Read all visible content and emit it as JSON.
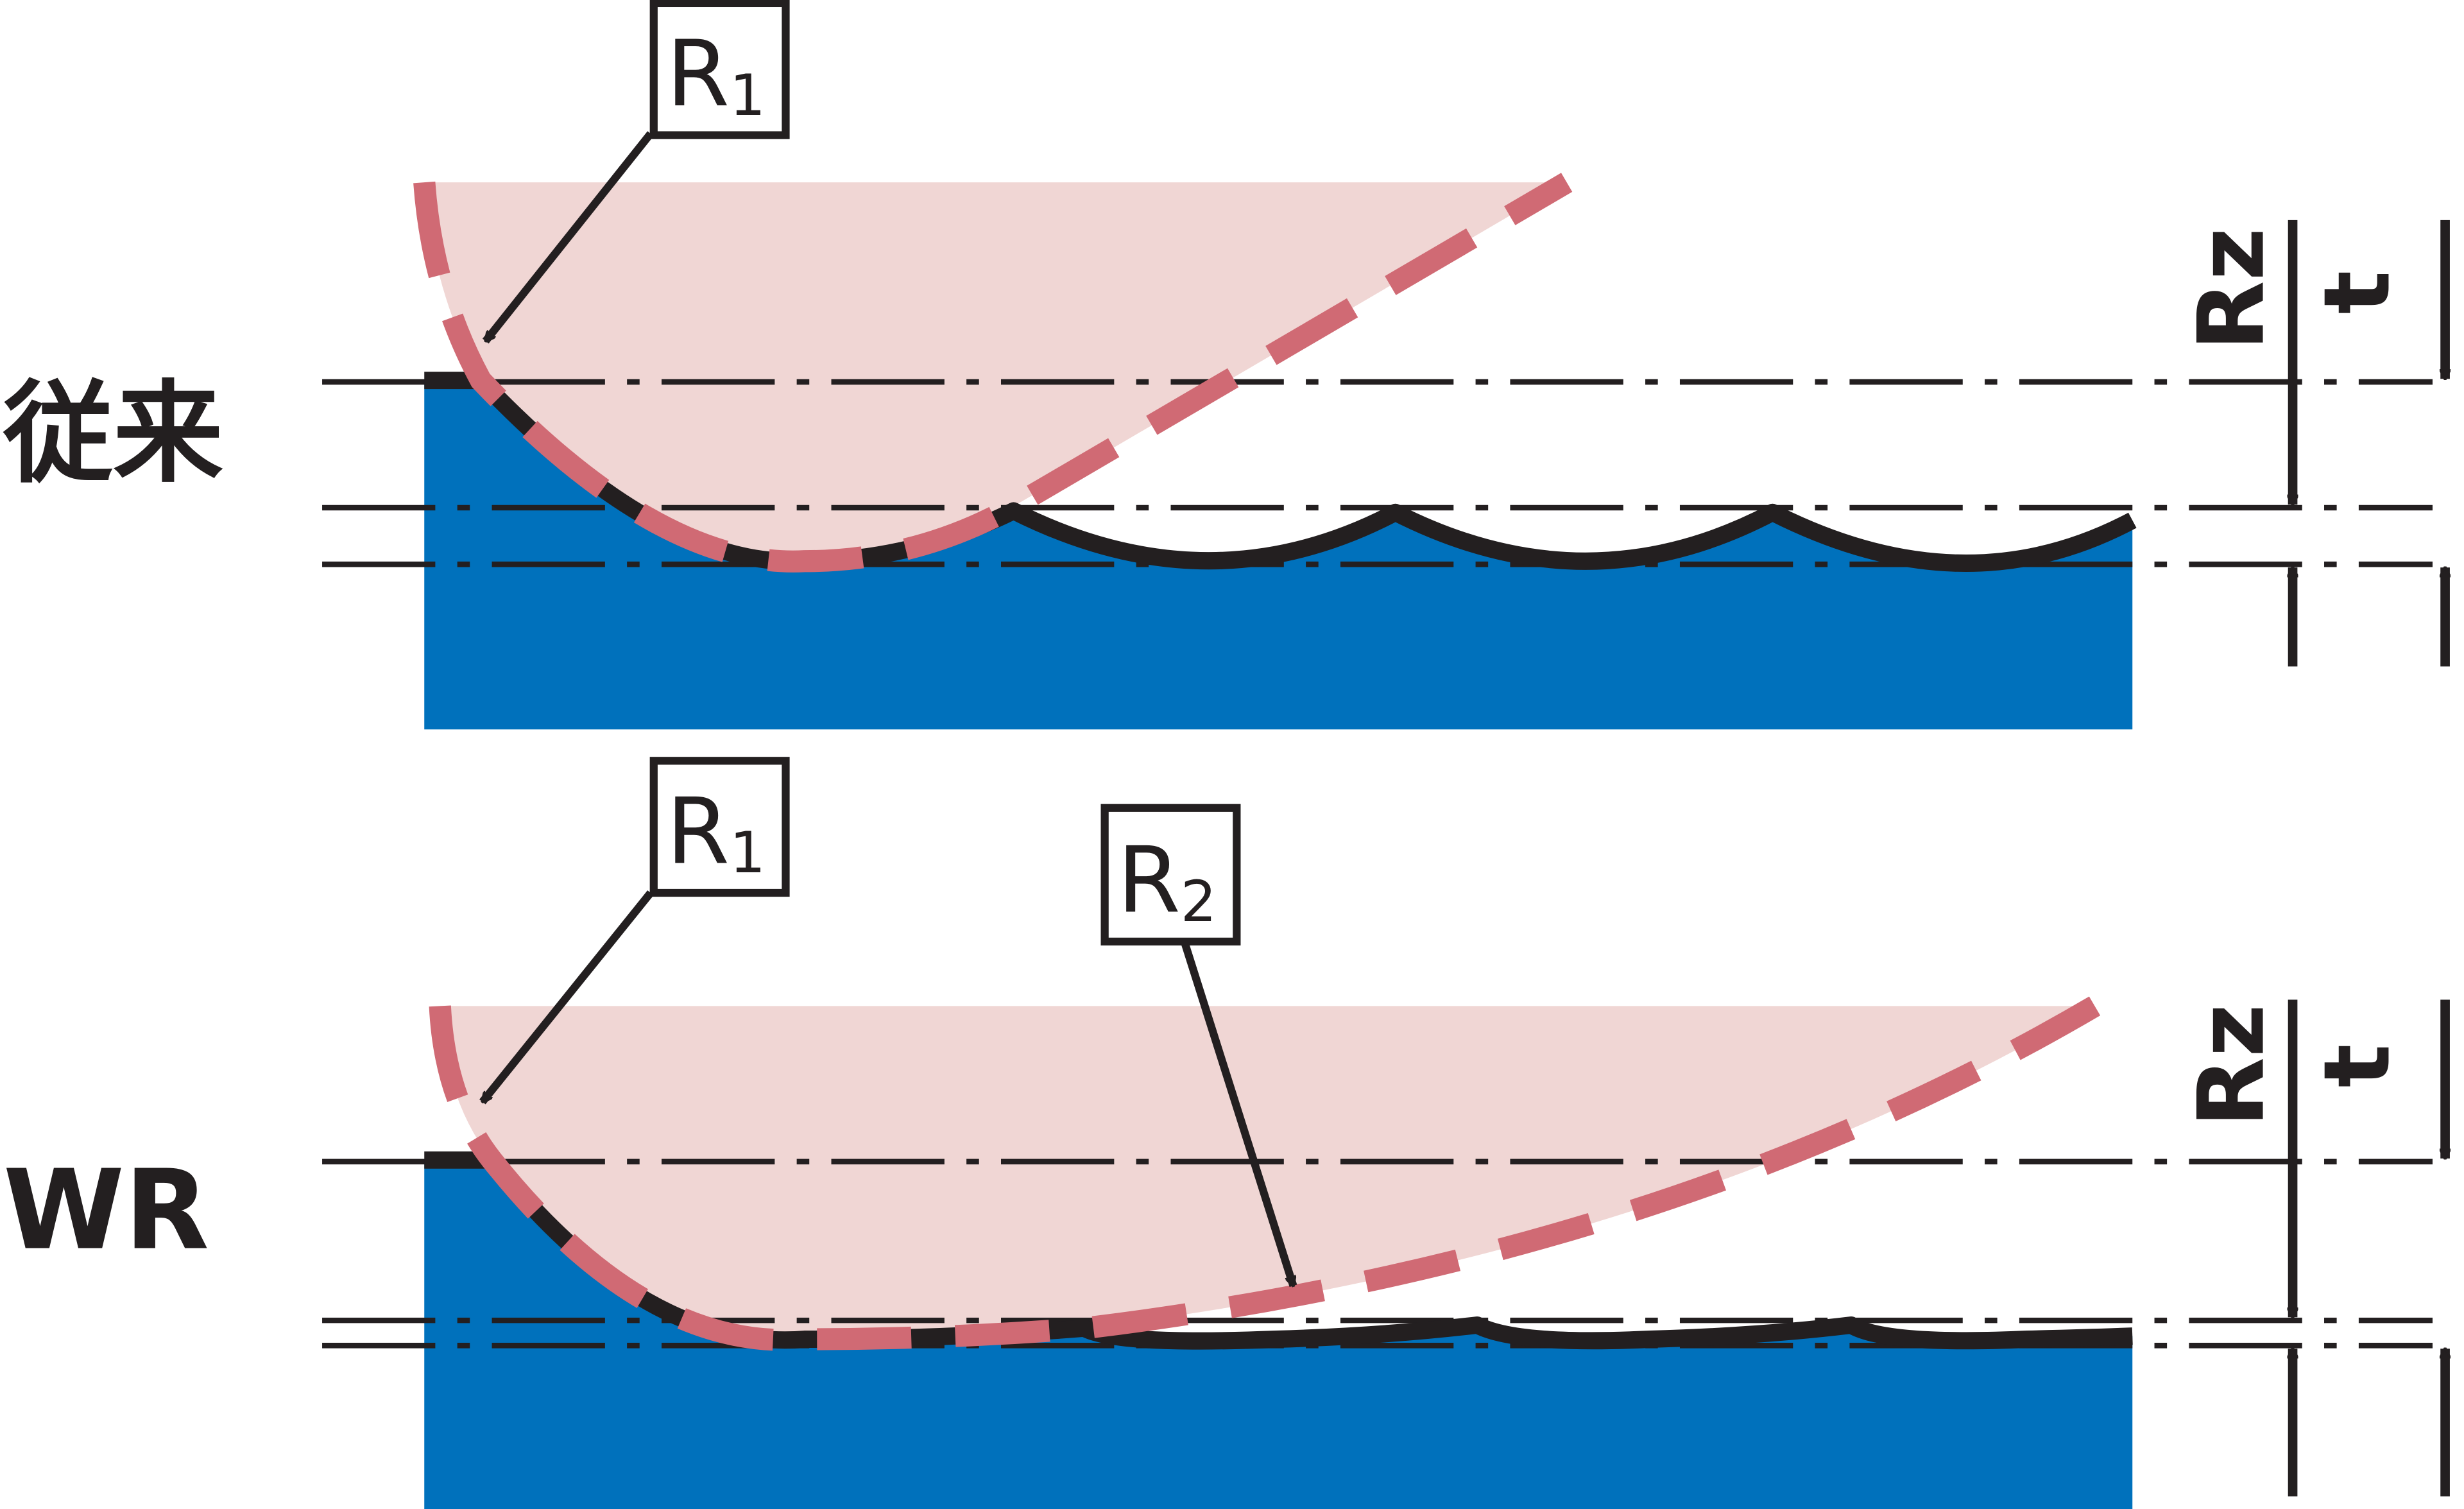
{
  "rows": [
    {
      "id": "conventional",
      "label": "従来",
      "callouts": [
        {
          "letter": "R",
          "sub": "1"
        }
      ],
      "dims": {
        "roughness": "Rz",
        "depth": "t"
      }
    },
    {
      "id": "wr",
      "label": "WR",
      "callouts": [
        {
          "letter": "R",
          "sub": "1"
        },
        {
          "letter": "R",
          "sub": "2"
        }
      ],
      "dims": {
        "roughness": "Rz",
        "depth": "t"
      }
    }
  ],
  "colors": {
    "workpiece": "#0071bc",
    "tool_fill": "#f0d6d4",
    "tool_edge": "#d06a74",
    "ink": "#231f20"
  },
  "icons": {
    "arrow": "arrow-head"
  }
}
